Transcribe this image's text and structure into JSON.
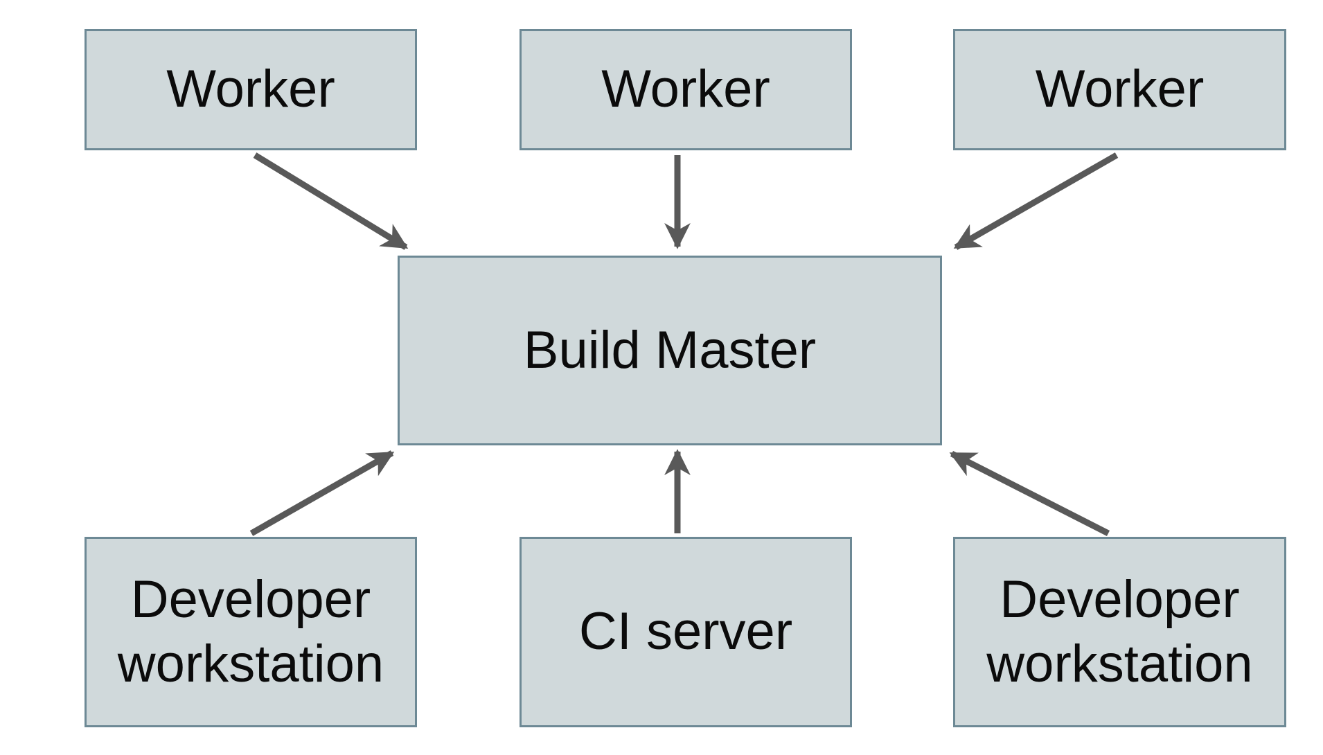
{
  "diagram": {
    "type": "architecture-diagram",
    "nodes": {
      "worker_1": {
        "label": "Worker"
      },
      "worker_2": {
        "label": "Worker"
      },
      "worker_3": {
        "label": "Worker"
      },
      "build_master": {
        "label": "Build Master"
      },
      "developer_workstation_left": {
        "label": "Developer workstation"
      },
      "ci_server": {
        "label": "CI server"
      },
      "developer_workstation_right": {
        "label": "Developer workstation"
      }
    },
    "edges": [
      {
        "from": "worker_1",
        "to": "build_master"
      },
      {
        "from": "worker_2",
        "to": "build_master"
      },
      {
        "from": "worker_3",
        "to": "build_master"
      },
      {
        "from": "developer_workstation_left",
        "to": "build_master"
      },
      {
        "from": "ci_server",
        "to": "build_master"
      },
      {
        "from": "developer_workstation_right",
        "to": "build_master"
      }
    ],
    "colors": {
      "node_fill": "#d0d9db",
      "node_border": "#6d8995",
      "arrow": "#595959",
      "label_text": "#0b0b0b",
      "background": "#ffffff"
    }
  }
}
